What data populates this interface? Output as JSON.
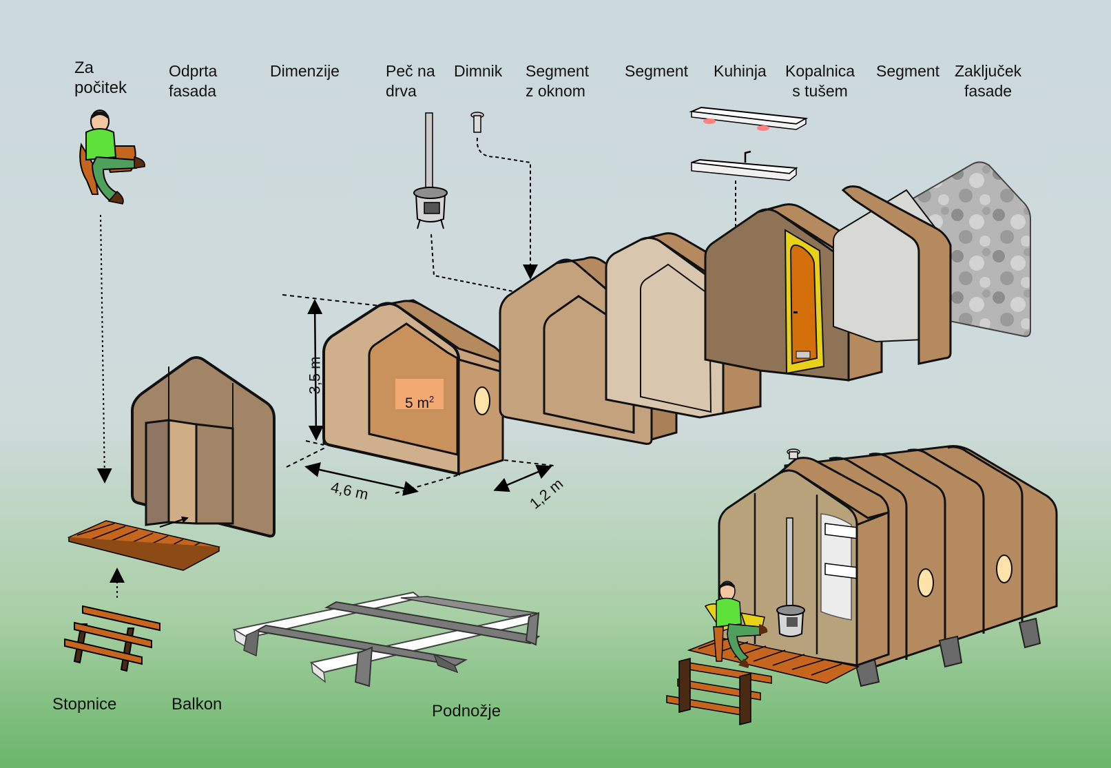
{
  "labels": {
    "za_pocitek": [
      "Za",
      "počitek"
    ],
    "odprta_fasada": [
      "Odprta",
      "fasada"
    ],
    "dimenzije": "Dimenzije",
    "pec_na_drva": [
      "Peč na",
      "drva"
    ],
    "dimnik": "Dimnik",
    "segment_z_oknom": [
      "Segment",
      "z oknom"
    ],
    "segment_1": "Segment",
    "kuhinja": "Kuhinja",
    "kopalnica": [
      "Kopalnica",
      "s tušem"
    ],
    "segment_2": "Segment",
    "zakljucek_fasade": [
      "Zaključek",
      "fasade"
    ],
    "stopnice": "Stopnice",
    "balkon": "Balkon",
    "podnozje": "Podnožje"
  },
  "dimensions": {
    "height": "3,5 m",
    "width": "4,6 m",
    "depth": "1,2 m",
    "area": "5 m",
    "area_sup": "2"
  },
  "colors": {
    "cardboard": "#b48a5e",
    "cardboard_light": "#d0b08c",
    "cardboard_dark": "#8c6a48",
    "area_box": "#f2aa72",
    "wood": "#c6651d",
    "door": "#d4700a",
    "door_frame": "#e8d218",
    "figure_shirt": "#5ee13a"
  }
}
